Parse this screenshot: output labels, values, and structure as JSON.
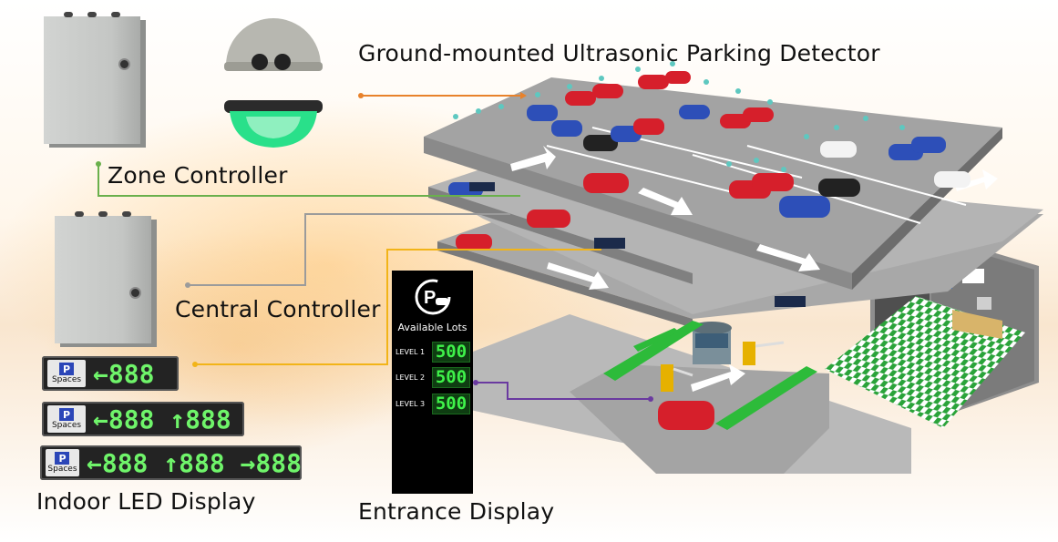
{
  "labels": {
    "detector": "Ground-mounted Ultrasonic Parking Detector",
    "zone_controller": "Zone Controller",
    "central_controller": "Central Controller",
    "indoor_led": "Indoor LED Display",
    "entrance_display": "Entrance Display"
  },
  "led_panels": [
    {
      "p": "P",
      "spaces": "Spaces",
      "text": "←888"
    },
    {
      "p": "P",
      "spaces": "Spaces",
      "text": "←888 ↑888"
    },
    {
      "p": "P",
      "spaces": "Spaces",
      "text": "←888 ↑888 →888"
    }
  ],
  "entrance_panel": {
    "title": "Available Lots",
    "levels": [
      {
        "label": "LEVEL 1",
        "value": "500"
      },
      {
        "label": "LEVEL 2",
        "value": "500"
      },
      {
        "label": "LEVEL 3",
        "value": "500"
      }
    ]
  },
  "connector_colors": {
    "detector": "#e8822b",
    "zone_controller": "#6ab04c",
    "central_controller": "#9b9b9b",
    "indoor_led": "#f2b418",
    "entrance_display": "#6a3aa0"
  },
  "icons": [
    "parking-car-icon",
    "detector-dome-icon",
    "car-icon",
    "arrow-icon",
    "barrier-gate-icon",
    "computer-icon"
  ]
}
